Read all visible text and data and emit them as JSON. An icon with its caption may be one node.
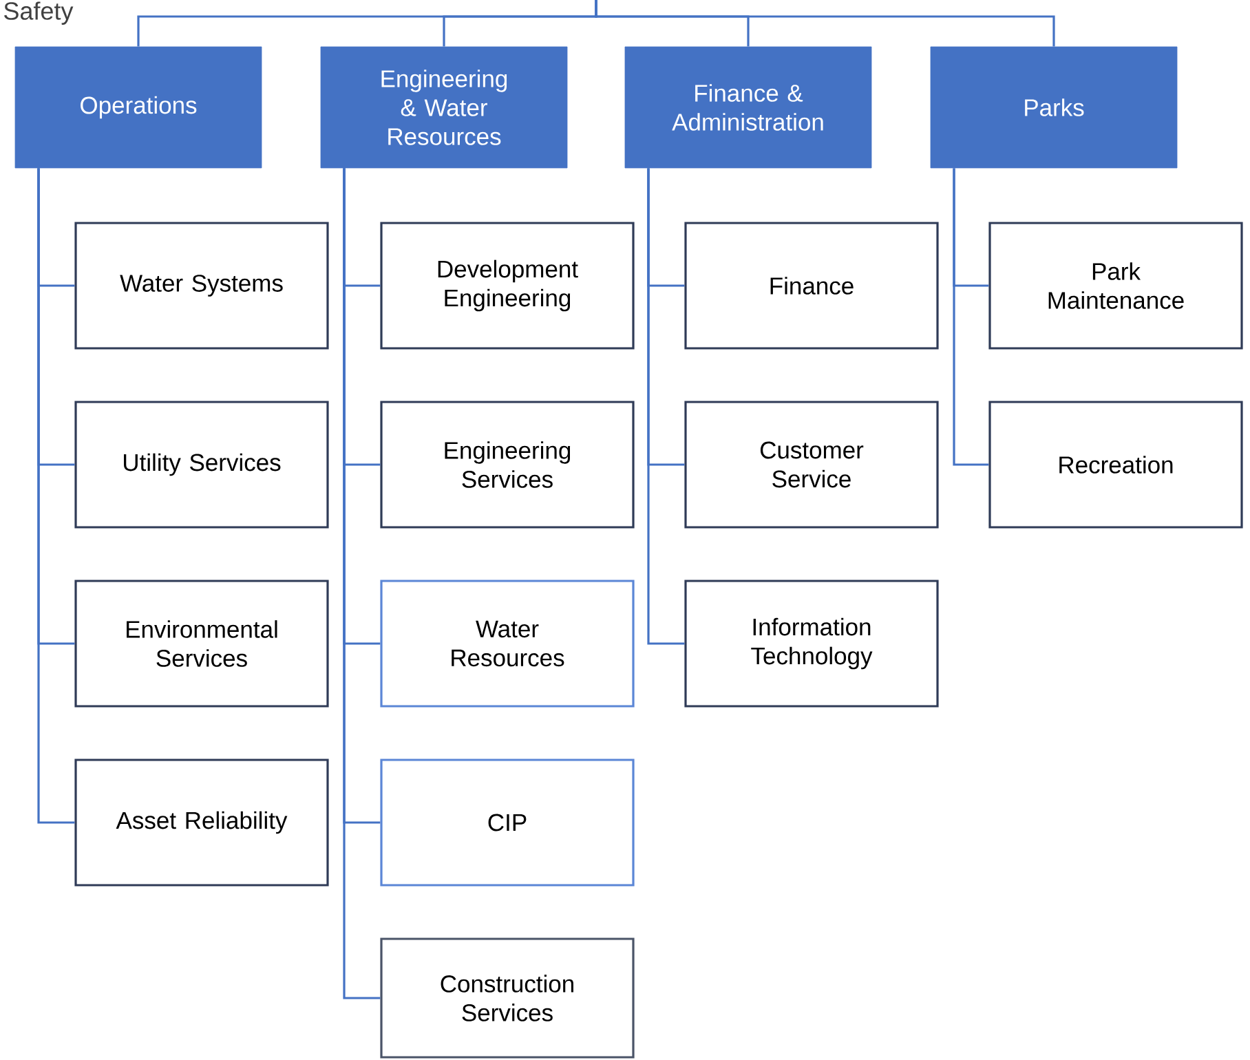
{
  "diagram": {
    "nodes": [
      {
        "text": [
          "Operations"
        ]
      },
      {
        "text": [
          "Engineering & Water Resources"
        ]
      },
      {
        "text": [
          "Finance & Administration"
        ]
      },
      {
        "text": [
          "Parks"
        ]
      },
      {
        "text": [
          "Water Systems"
        ]
      },
      {
        "text": [
          "Utility Services"
        ]
      },
      {
        "text": [
          "Environmental Services"
        ]
      },
      {
        "text": [
          "Asset Reliability"
        ]
      },
      {
        "text": [
          "Development Engineering"
        ]
      },
      {
        "text": [
          "Engineering Services"
        ]
      },
      {
        "text": [
          "Water Resources"
        ]
      },
      {
        "text": [
          "CIP"
        ]
      },
      {
        "text": [
          "Construction Services"
        ]
      },
      {
        "text": [
          "Finance"
        ]
      },
      {
        "text": [
          "Customer Service"
        ]
      },
      {
        "text": [
          "Information Technology"
        ]
      },
      {
        "text": [
          "Park Maintenance"
        ]
      },
      {
        "text": [
          "Recreation"
        ]
      }
    ],
    "edges": [
      {
        "from": null,
        "to": 0,
        "arrow": "none"
      },
      {
        "from": null,
        "to": 1,
        "arrow": "none"
      },
      {
        "from": null,
        "to": 2,
        "arrow": "none"
      },
      {
        "from": null,
        "to": 3,
        "arrow": "none"
      },
      {
        "from": 0,
        "to": 4,
        "arrow": "none"
      },
      {
        "from": 0,
        "to": 5,
        "arrow": "none"
      },
      {
        "from": 0,
        "to": 6,
        "arrow": "none"
      },
      {
        "from": 0,
        "to": 7,
        "arrow": "none"
      },
      {
        "from": 1,
        "to": 8,
        "arrow": "none"
      },
      {
        "from": 1,
        "to": 9,
        "arrow": "none"
      },
      {
        "from": 1,
        "to": 10,
        "arrow": "none"
      },
      {
        "from": 1,
        "to": 11,
        "arrow": "none"
      },
      {
        "from": 1,
        "to": 12,
        "arrow": "none"
      },
      {
        "from": 2,
        "to": 13,
        "arrow": "none"
      },
      {
        "from": 2,
        "to": 14,
        "arrow": "none"
      },
      {
        "from": 2,
        "to": 15,
        "arrow": "none"
      },
      {
        "from": 3,
        "to": 16,
        "arrow": "none"
      },
      {
        "from": 3,
        "to": 17,
        "arrow": "none"
      }
    ],
    "labels": [
      "Safety"
    ]
  }
}
